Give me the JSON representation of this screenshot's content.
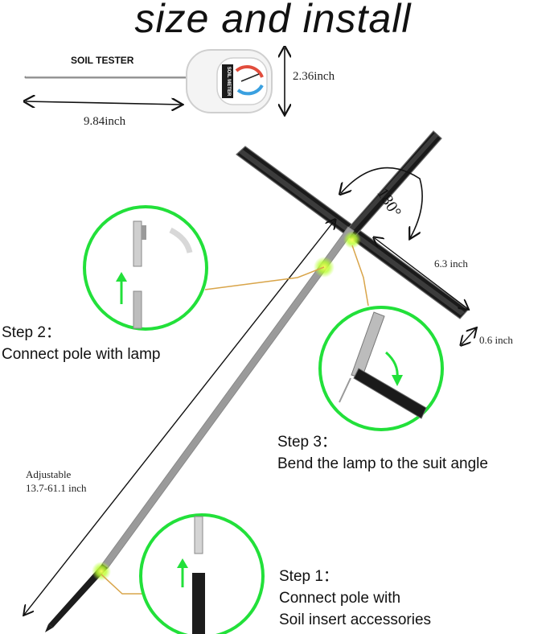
{
  "title": "size and install",
  "tester": {
    "label": "SOIL TESTER",
    "meter_label": "SOIL METER",
    "length": "9.84inch",
    "height": "2.36inch"
  },
  "lamp": {
    "rotation": "180°",
    "length": "6.3 inch",
    "width": "0.6 inch"
  },
  "pole": {
    "adjustable_label": "Adjustable",
    "adjustable_range": "13.7-61.1 inch"
  },
  "steps": [
    {
      "heading": "Step 1：",
      "lines": [
        "Connect pole with",
        "Soil insert accessories"
      ]
    },
    {
      "heading": "Step 2：",
      "lines": [
        "Connect pole with lamp"
      ]
    },
    {
      "heading": "Step 3：",
      "lines": [
        "Bend the lamp to  the suit angle"
      ]
    }
  ],
  "colors": {
    "accent_green": "#22e03a",
    "connector_gold": "#d9a54a",
    "lamp_black": "#1a1a1a",
    "glow": "#c8ff3c"
  }
}
